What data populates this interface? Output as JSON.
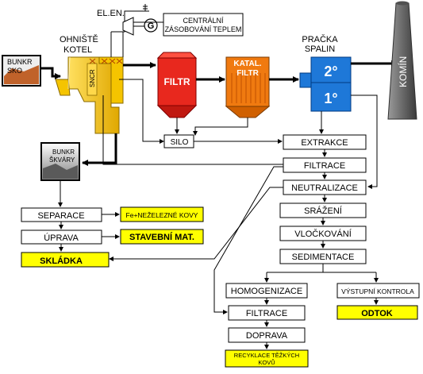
{
  "labels": {
    "el_en": "EL.EN.",
    "generator": "G",
    "central_heating_1": "CENTRÁLNÍ",
    "central_heating_2": "ZÁSOBOVÁNÍ TEPLEM",
    "furnace_1": "OHNIŠTĚ",
    "furnace_2": "KOTEL",
    "bunker_sko_1": "BUNKR",
    "bunker_sko_2": "SKO",
    "sncr": "SNCR",
    "filter": "FILTR",
    "catalytic_filter_1": "KATAL.",
    "catalytic_filter_2": "FILTR",
    "scrubber_1": "PRAČKA",
    "scrubber_2": "SPALIN",
    "scrubber_stage_2": "2°",
    "scrubber_stage_1": "1°",
    "chimney": "KOMÍN",
    "silo": "SILO",
    "slag_bunker_1": "BUNKR",
    "slag_bunker_2": "ŠKVÁRY",
    "extraction": "EXTRAKCE",
    "filtration_top": "FILTRACE",
    "neutralization": "NEUTRALIZACE",
    "precipitation": "SRÁŽENÍ",
    "flocculation": "VLOČKOVÁNÍ",
    "sedimentation": "SEDIMENTACE",
    "homogenization": "HOMOGENIZACE",
    "filtration_bottom": "FILTRACE",
    "transport": "DOPRAVA",
    "heavy_metal_recycling_1": "RECYKLACE TĚŽKÝCH",
    "heavy_metal_recycling_2": "KOVŮ",
    "output_control": "VÝSTUPNÍ KONTROLA",
    "outflow": "ODTOK",
    "separation": "SEPARACE",
    "metals": "Fe+NEŽELEZNÉ KOVY",
    "processing": "ÚPRAVA",
    "building_material": "STAVEBNÍ MAT.",
    "landfill": "SKLÁDKA"
  },
  "colors": {
    "yellow_box": "#ffff00",
    "filter_red": "#e8281e",
    "catalytic_orange": "#f07a10",
    "scrubber_blue": "#1e78d8",
    "boiler_yellow": "#f5c400",
    "bunker_brown": "#c0622a",
    "chimney_gray": "#707070"
  }
}
